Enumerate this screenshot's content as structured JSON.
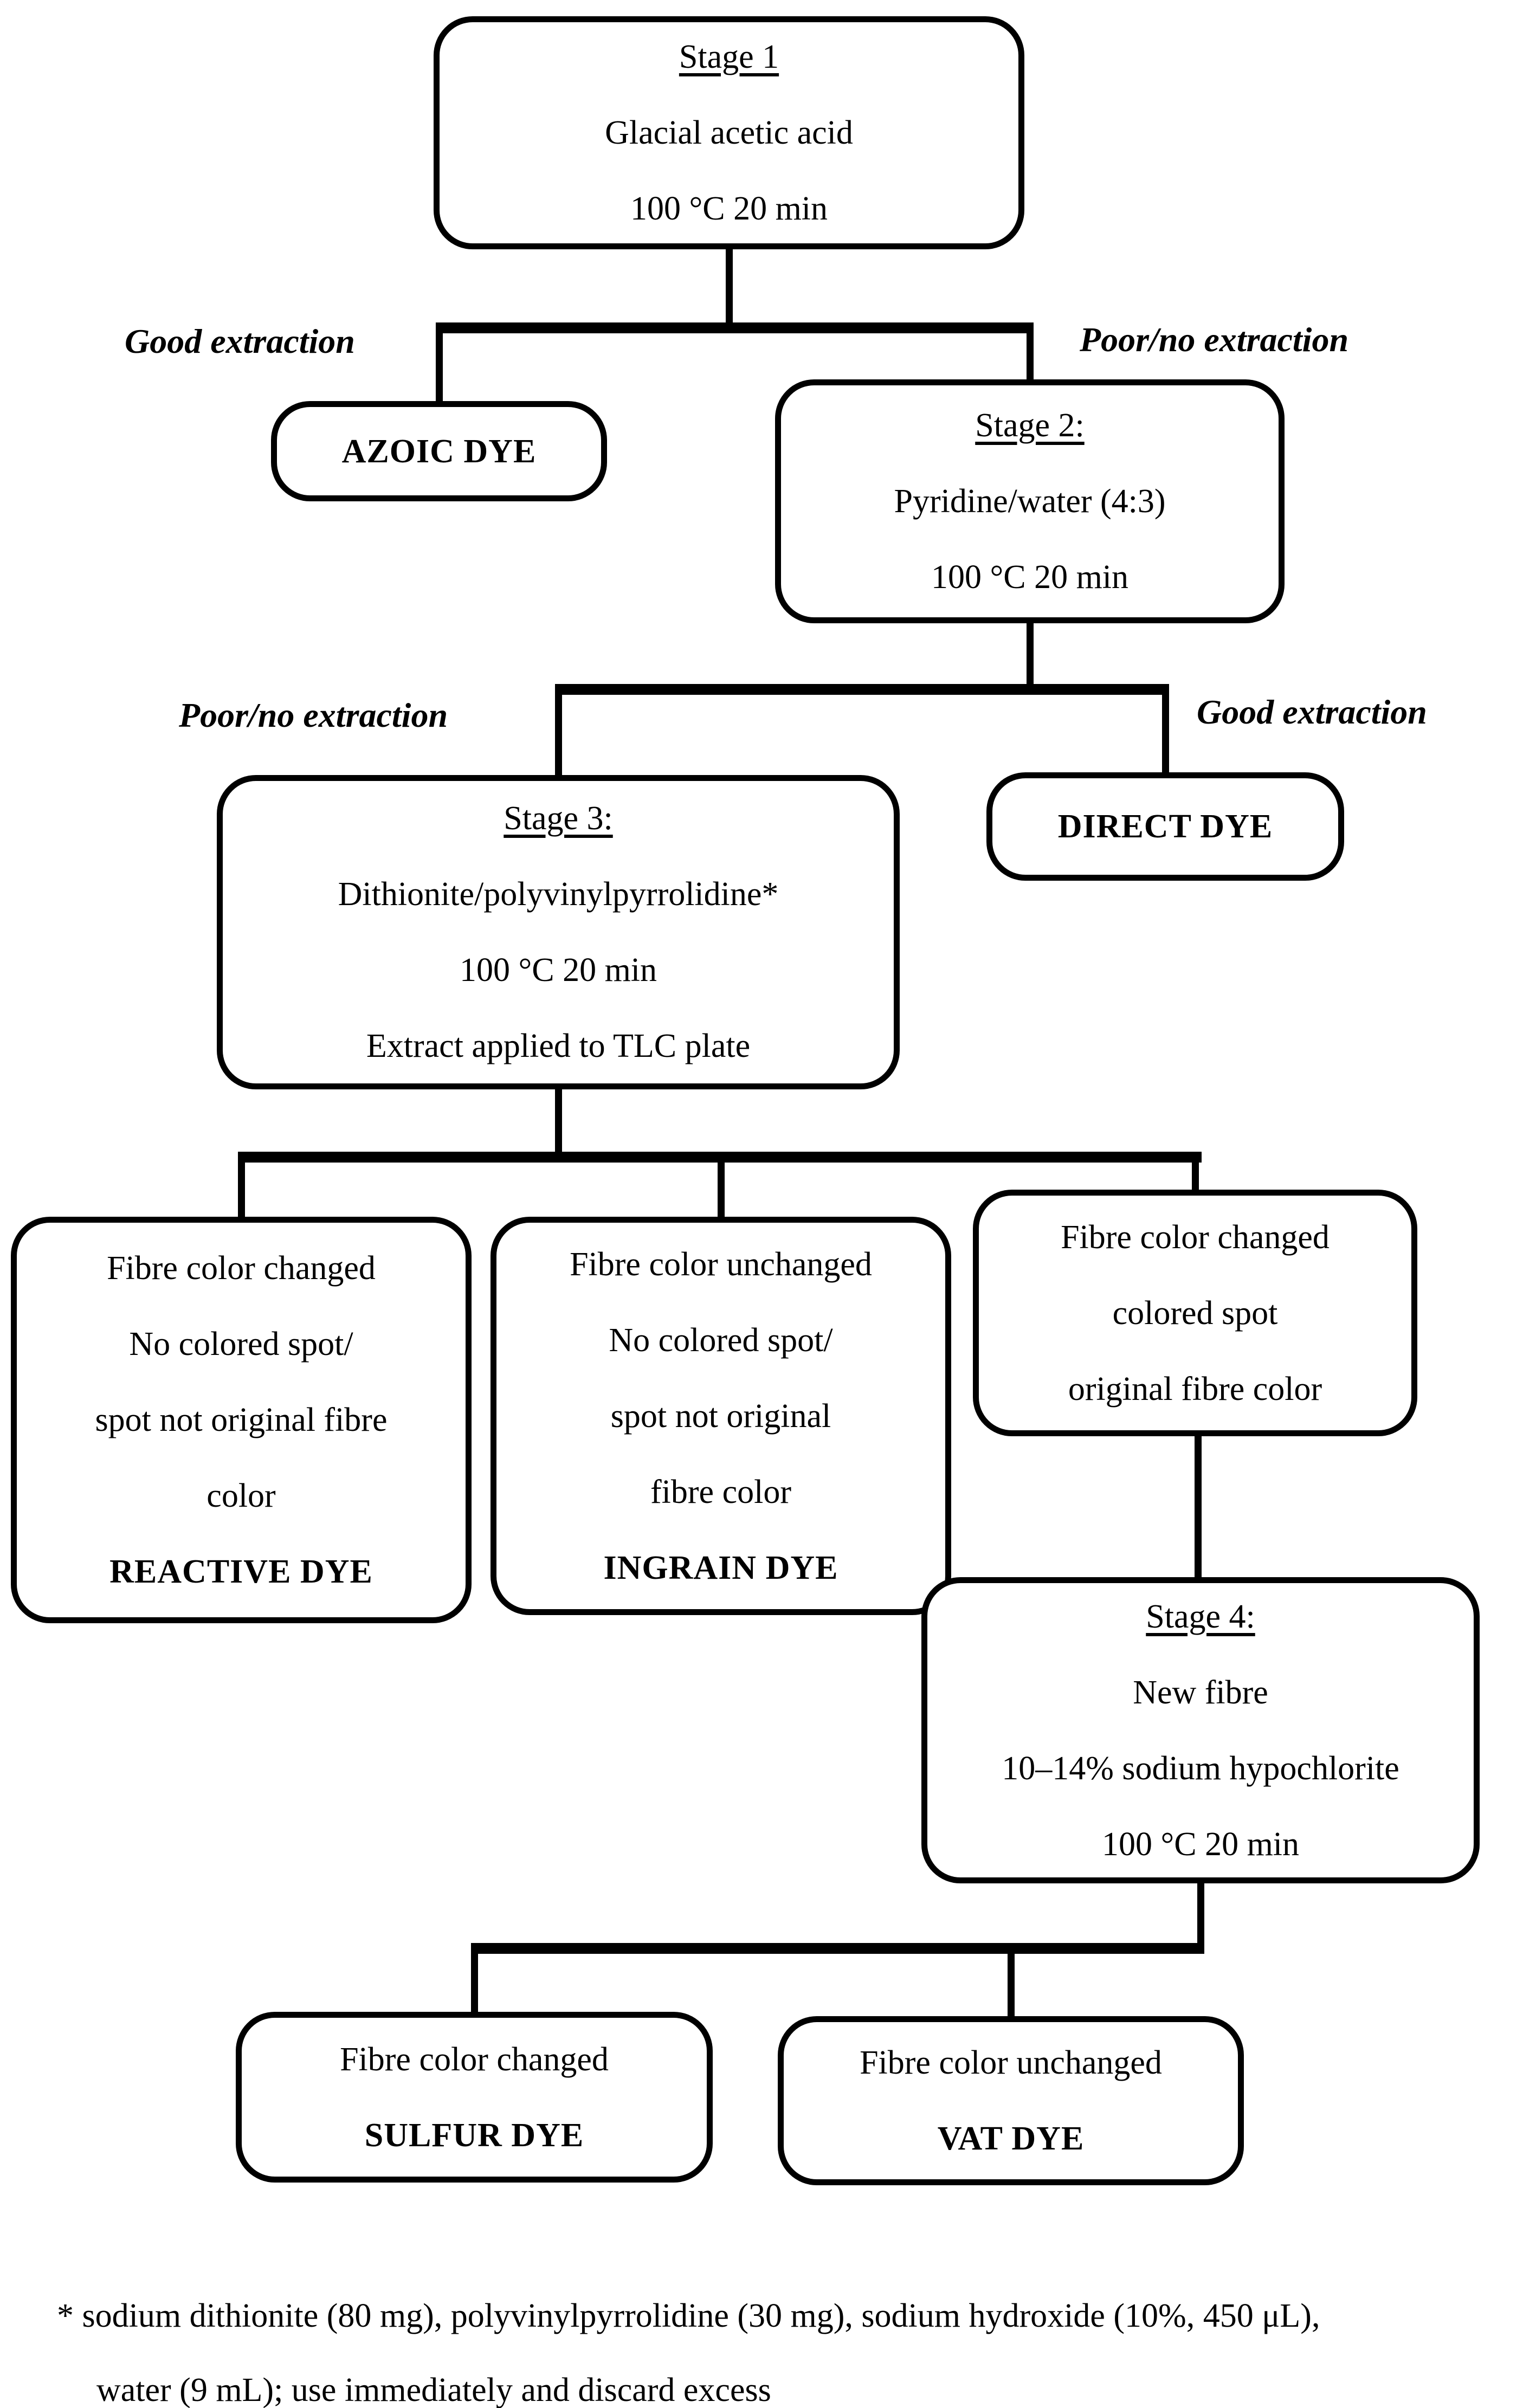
{
  "diagram": {
    "background": "#ffffff",
    "ink": "#000000",
    "nodes": {
      "stage1": {
        "lines": [
          "Stage 1",
          "Glacial acetic acid",
          "100 °C 20 min"
        ]
      },
      "azoic": {
        "label": "AZOIC DYE"
      },
      "stage2": {
        "lines": [
          "Stage 2:",
          "Pyridine/water (4:3)",
          "100 °C 20 min"
        ]
      },
      "direct": {
        "label": "DIRECT DYE"
      },
      "stage3": {
        "lines": [
          "Stage 3:",
          "Dithionite/polyvinylpyrrolidine*",
          "100 °C 20 min",
          "Extract applied to TLC plate"
        ]
      },
      "reactive": {
        "lines": [
          "Fibre color changed",
          "No colored spot/",
          "spot not original fibre",
          "color"
        ],
        "result": "REACTIVE DYE"
      },
      "ingrain": {
        "lines": [
          "Fibre color unchanged",
          "No colored spot/",
          "spot not original",
          "fibre color"
        ],
        "result": "INGRAIN DYE"
      },
      "changed_spot": {
        "lines": [
          "Fibre color changed",
          "colored spot",
          "original fibre color"
        ]
      },
      "stage4": {
        "lines": [
          "Stage 4:",
          "New fibre",
          "10–14% sodium hypochlorite",
          "100 °C 20 min"
        ]
      },
      "sulfur": {
        "lines": [
          "Fibre color changed"
        ],
        "result": "SULFUR DYE"
      },
      "vat": {
        "lines": [
          "Fibre color unchanged"
        ],
        "result": "VAT DYE"
      }
    },
    "branch_labels": {
      "good1": "Good extraction",
      "poor1": "Poor/no extraction",
      "poor2": "Poor/no extraction",
      "good2": "Good extraction"
    },
    "footnote": {
      "line1": "* sodium dithionite (80 mg), polyvinylpyrrolidine (30 mg), sodium hydroxide (10%, 450 μL),",
      "line2": "water (9 mL); use immediately and discard excess"
    }
  }
}
